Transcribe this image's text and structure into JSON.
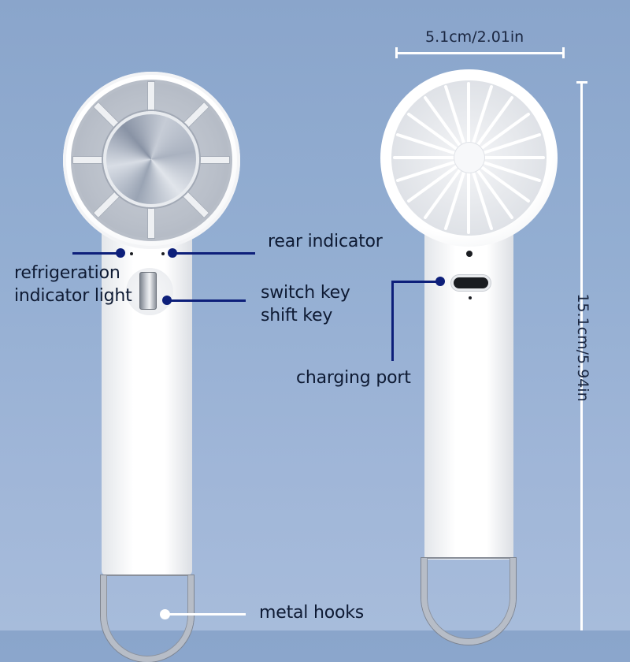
{
  "image": {
    "subject": "handheld mini fan product diagram",
    "background_color": "#93aed2",
    "accent_color": "#0d1f7a",
    "text_color": "#0e1a33"
  },
  "dimensions": {
    "width_label": "5.1cm/2.01in",
    "height_label": "15.1cm/5.94in"
  },
  "callouts": {
    "rear_indicator": "rear indicator",
    "refrigeration_indicator": "refrigeration\nindicator light",
    "switch_key": "switch key\nshift key",
    "charging_port": "charging port",
    "metal_hooks": "metal hooks"
  },
  "products": [
    {
      "view": "front",
      "features": [
        "metal hub",
        "refrigeration indicator light",
        "rear indicator",
        "switch key",
        "metal hooks"
      ]
    },
    {
      "view": "back",
      "features": [
        "spoked grill",
        "charging port",
        "metal hooks"
      ]
    }
  ]
}
